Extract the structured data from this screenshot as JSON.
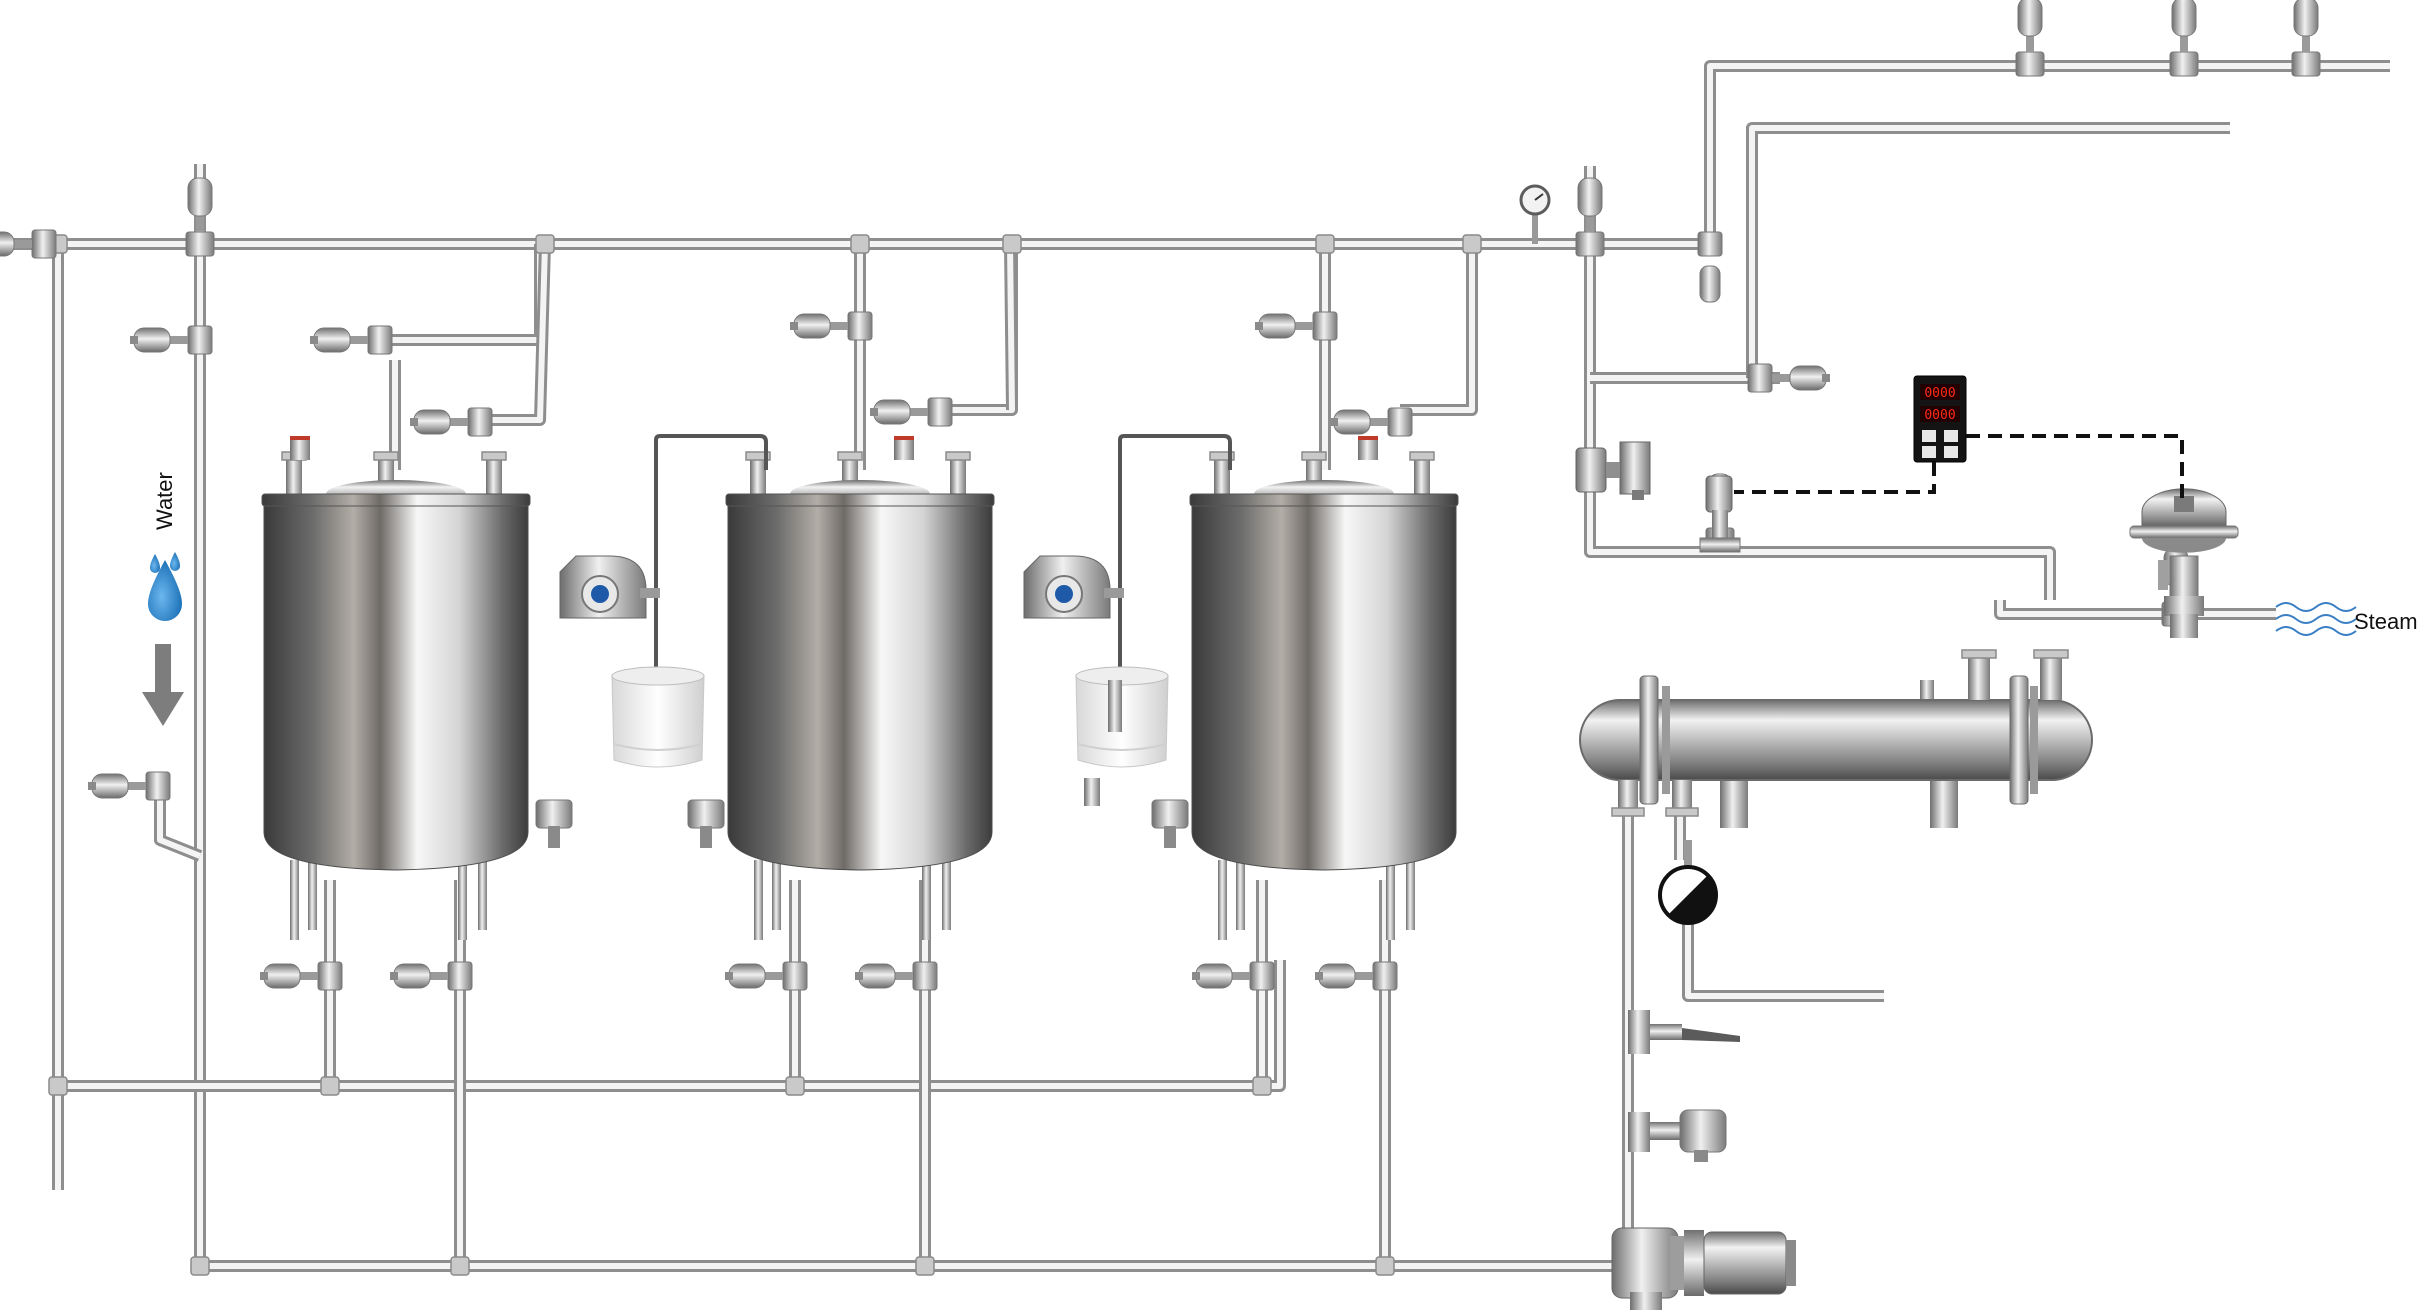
{
  "labels": {
    "water": "Water",
    "steam": "Steam"
  },
  "controller_display": {
    "top": "0000",
    "bottom": "0000"
  },
  "colors": {
    "pipe_outline": "#8e8e8e",
    "pipe_highlight": "#f4f4f4",
    "water_drop": "#1e73b8",
    "arrow": "#7d7d7d",
    "signal_line": "#111111",
    "display_digits": "#ff2a1a",
    "valve_accent": "#c23a2a"
  },
  "components": {
    "tanks": [
      "tank-1",
      "tank-2",
      "tank-3"
    ],
    "dosing_pumps": [
      "dosing-pump-1",
      "dosing-pump-2"
    ],
    "buckets": [
      "bucket-1",
      "bucket-2"
    ],
    "heat_exchanger": "shell-and-tube-heat-exchanger",
    "control_valve": "steam-control-valve",
    "centrifugal_pump": "centrifugal-pump",
    "controller": "temperature-controller"
  }
}
